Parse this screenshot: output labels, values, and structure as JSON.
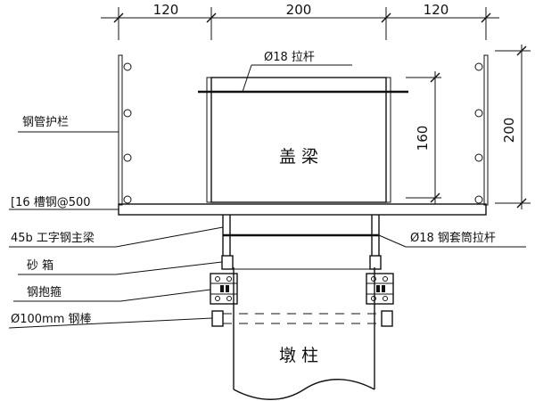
{
  "dimensions": {
    "top_left": "120",
    "top_middle": "200",
    "top_right": "120",
    "height_inner": "160",
    "height_outer": "200"
  },
  "labels": {
    "tie_rod": "Ø18 拉杆",
    "guardrail": "钢管护栏",
    "channel_steel": "[16 槽钢@500",
    "main_beam": "45b 工字钢主梁",
    "sleeve_tie_rod": "Ø18 钢套筒拉杆",
    "sand_box": "砂  箱",
    "hoop": "钢抱箍",
    "steel_rod": "Ø100mm 钢棒",
    "cap_beam": "盖  梁",
    "pier_column": "墩  柱"
  }
}
